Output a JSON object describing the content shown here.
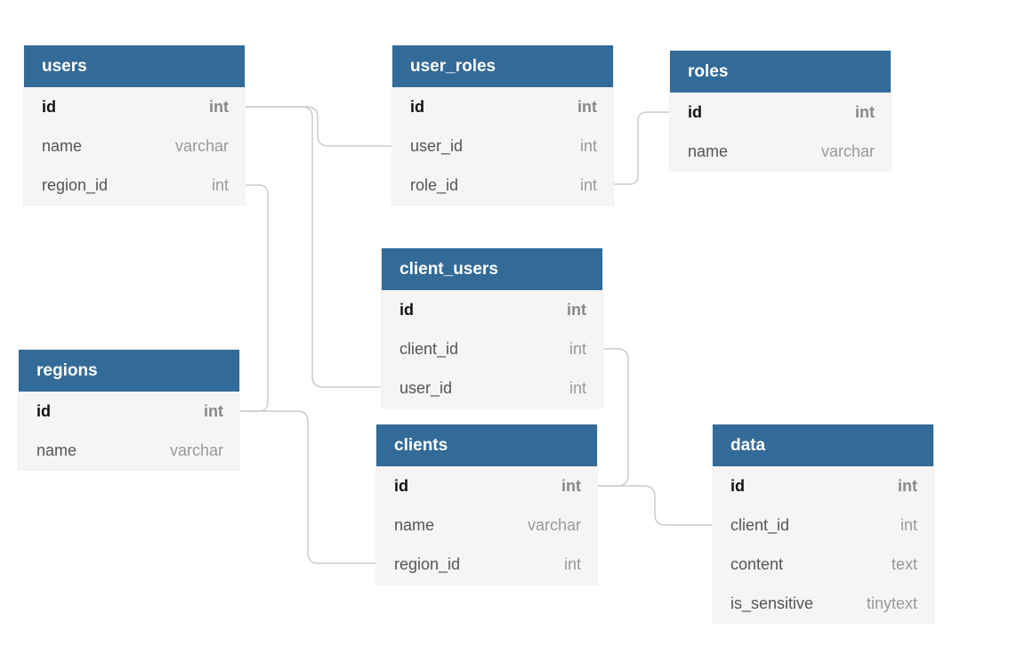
{
  "theme": {
    "header_bg": "#336b98",
    "header_text": "#ffffff",
    "body_bg": "#f5f5f5",
    "connector": "#cccccc"
  },
  "tables": [
    {
      "id": "users",
      "name": "users",
      "fields": [
        {
          "name": "id",
          "type": "int",
          "pk": true
        },
        {
          "name": "name",
          "type": "varchar"
        },
        {
          "name": "region_id",
          "type": "int"
        }
      ]
    },
    {
      "id": "user_roles",
      "name": "user_roles",
      "fields": [
        {
          "name": "id",
          "type": "int",
          "pk": true
        },
        {
          "name": "user_id",
          "type": "int"
        },
        {
          "name": "role_id",
          "type": "int"
        }
      ]
    },
    {
      "id": "roles",
      "name": "roles",
      "fields": [
        {
          "name": "id",
          "type": "int",
          "pk": true
        },
        {
          "name": "name",
          "type": "varchar"
        }
      ]
    },
    {
      "id": "client_users",
      "name": "client_users",
      "fields": [
        {
          "name": "id",
          "type": "int",
          "pk": true
        },
        {
          "name": "client_id",
          "type": "int"
        },
        {
          "name": "user_id",
          "type": "int"
        }
      ]
    },
    {
      "id": "regions",
      "name": "regions",
      "fields": [
        {
          "name": "id",
          "type": "int",
          "pk": true
        },
        {
          "name": "name",
          "type": "varchar"
        }
      ]
    },
    {
      "id": "clients",
      "name": "clients",
      "fields": [
        {
          "name": "id",
          "type": "int",
          "pk": true
        },
        {
          "name": "name",
          "type": "varchar"
        },
        {
          "name": "region_id",
          "type": "int"
        }
      ]
    },
    {
      "id": "data",
      "name": "data",
      "fields": [
        {
          "name": "id",
          "type": "int",
          "pk": true
        },
        {
          "name": "client_id",
          "type": "int"
        },
        {
          "name": "content",
          "type": "text"
        },
        {
          "name": "is_sensitive",
          "type": "tinytext"
        }
      ]
    }
  ],
  "relations": [
    {
      "from": "users.id",
      "to": "user_roles.user_id"
    },
    {
      "from": "roles.id",
      "to": "user_roles.role_id"
    },
    {
      "from": "users.id",
      "to": "client_users.user_id"
    },
    {
      "from": "users.region_id",
      "to": "regions.id"
    },
    {
      "from": "regions.id",
      "to": "clients.region_id"
    },
    {
      "from": "clients.id",
      "to": "client_users.client_id"
    },
    {
      "from": "clients.id",
      "to": "data.client_id"
    }
  ]
}
